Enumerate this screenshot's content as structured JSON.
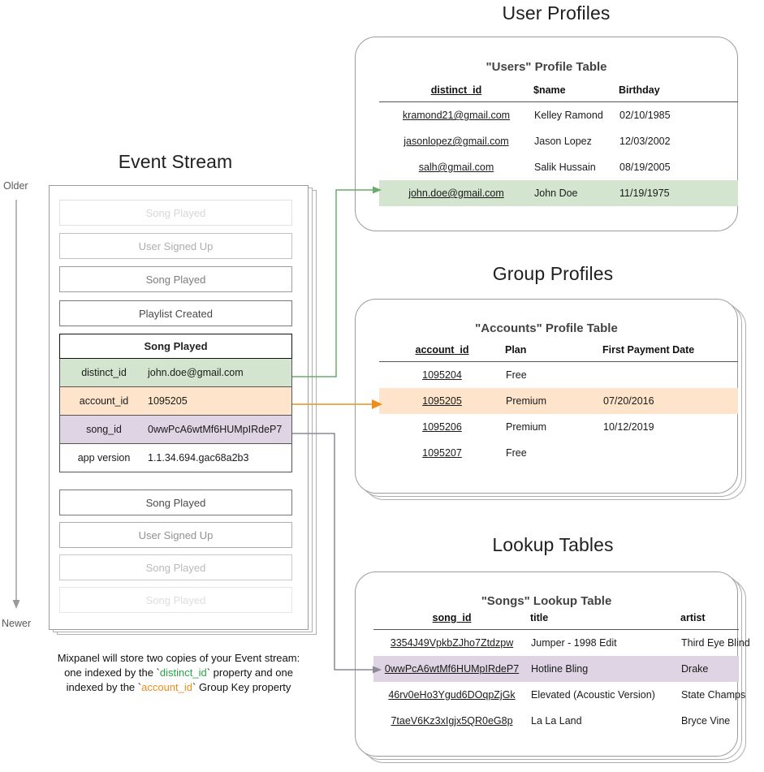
{
  "sections": {
    "event_stream_title": "Event Stream",
    "user_profiles_title": "User Profiles",
    "group_profiles_title": "Group Profiles",
    "lookup_tables_title": "Lookup Tables"
  },
  "time_axis": {
    "top_label": "Older",
    "bottom_label": "Newer"
  },
  "event_stream": {
    "events_above": [
      {
        "label": "Song Played",
        "opacity": 0.22
      },
      {
        "label": "User Signed Up",
        "opacity": 0.45
      },
      {
        "label": "Song Played",
        "opacity": 0.72
      },
      {
        "label": "Playlist Created",
        "opacity": 1.0
      }
    ],
    "focus_event": {
      "title": "Song Played",
      "properties": [
        {
          "key": "distinct_id",
          "value": "john.doe@gmail.com",
          "highlight": "green"
        },
        {
          "key": "account_id",
          "value": "1095205",
          "highlight": "orange"
        },
        {
          "key": "song_id",
          "value": "0wwPcA6wtMf6HUMpIRdeP7",
          "highlight": "purple"
        },
        {
          "key": "app version",
          "value": "1.1.34.694.gac68a2b3",
          "highlight": "plain"
        }
      ]
    },
    "events_below": [
      {
        "label": "Song Played",
        "opacity": 1.0
      },
      {
        "label": "User Signed Up",
        "opacity": 0.6
      },
      {
        "label": "Song Played",
        "opacity": 0.38
      },
      {
        "label": "Song Played",
        "opacity": 0.18
      }
    ]
  },
  "caption": {
    "line1": "Mixpanel will store two copies of your Event stream:",
    "line2_pre": "one indexed by the `",
    "line2_token": "distinct_id",
    "line2_post": "` property and one",
    "line3_pre": "indexed by the `",
    "line3_token": "account_id",
    "line3_post": "` Group Key property"
  },
  "users_table": {
    "title": "\"Users\" Profile Table",
    "columns": [
      "distinct_id",
      "$name",
      "Birthday"
    ],
    "rows": [
      {
        "cells": [
          "kramond21@gmail.com",
          "Kelley Ramond",
          "02/10/1985"
        ],
        "highlight": ""
      },
      {
        "cells": [
          "jasonlopez@gmail.com",
          "Jason Lopez",
          "12/03/2002"
        ],
        "highlight": ""
      },
      {
        "cells": [
          "salh@gmail.com",
          "Salik Hussain",
          "08/19/2005"
        ],
        "highlight": ""
      },
      {
        "cells": [
          "john.doe@gmail.com",
          "John Doe",
          "11/19/1975"
        ],
        "highlight": "green"
      }
    ]
  },
  "accounts_table": {
    "title": "\"Accounts\" Profile Table",
    "columns": [
      "account_id",
      "Plan",
      "First Payment Date"
    ],
    "rows": [
      {
        "cells": [
          "1095204",
          "Free",
          ""
        ],
        "highlight": ""
      },
      {
        "cells": [
          "1095205",
          "Premium",
          "07/20/2016"
        ],
        "highlight": "orange"
      },
      {
        "cells": [
          "1095206",
          "Premium",
          "10/12/2019"
        ],
        "highlight": ""
      },
      {
        "cells": [
          "1095207",
          "Free",
          ""
        ],
        "highlight": ""
      }
    ]
  },
  "songs_table": {
    "title": "\"Songs\" Lookup Table",
    "columns": [
      "song_id",
      "title",
      "artist"
    ],
    "rows": [
      {
        "cells": [
          "3354J49VpkbZJho7Ztdzpw",
          "Jumper - 1998 Edit",
          "Third Eye Blind"
        ],
        "highlight": ""
      },
      {
        "cells": [
          "0wwPcA6wtMf6HUMpIRdeP7",
          "Hotline Bling",
          "Drake"
        ],
        "highlight": "purple"
      },
      {
        "cells": [
          "46rv0eHo3Ygud6DOqpZjGk",
          "Elevated (Acoustic Version)",
          "State Champs"
        ],
        "highlight": ""
      },
      {
        "cells": [
          "7taeV6Kz3xIgjx5QR0eG8p",
          "La La Land",
          "Bryce Vine"
        ],
        "highlight": ""
      }
    ]
  },
  "colors": {
    "green": "#d4e5cf",
    "orange": "#fde4ca",
    "purple": "#ded4e3",
    "green_line": "#6aab6a",
    "orange_line": "#e8a33c",
    "purple_line": "#8c8896",
    "card_border": "#9b9b9b"
  }
}
